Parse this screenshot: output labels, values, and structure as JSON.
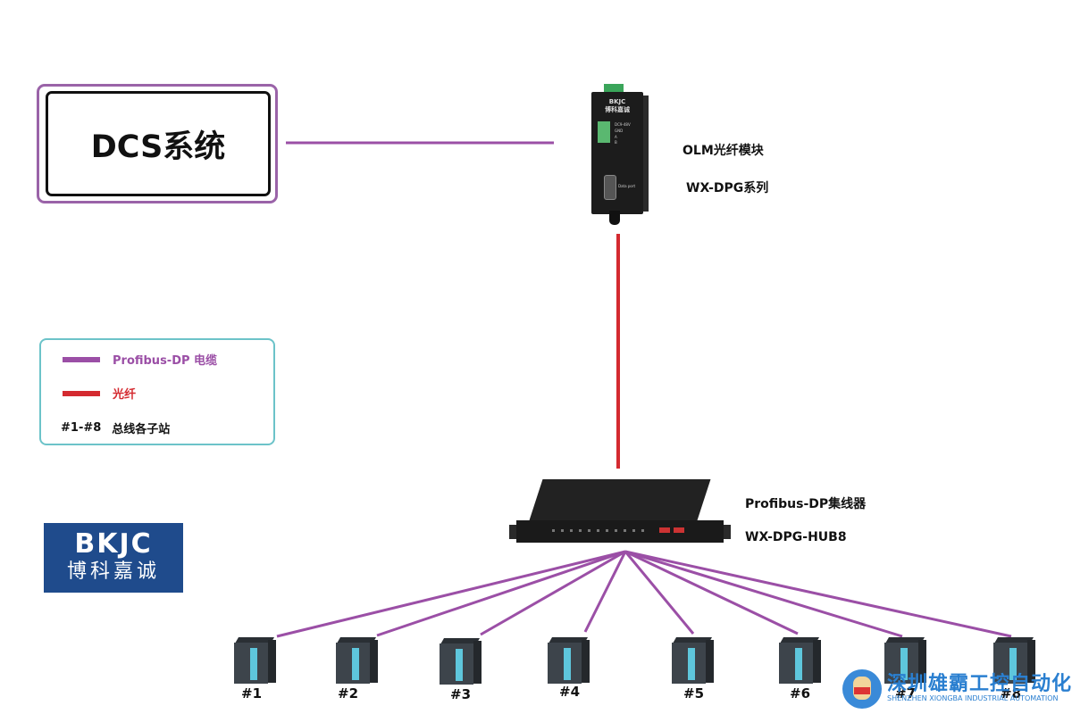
{
  "dcs": {
    "label": "DCS系统"
  },
  "olm": {
    "title": "OLM光纤模块",
    "model": "WX-DPG系列",
    "device_brand_en": "BKJC",
    "device_brand_cn": "博科嘉诚",
    "terminal_labels": [
      "DC9-48V",
      "GND",
      "A",
      "B"
    ],
    "port_label": "Data port"
  },
  "hub": {
    "title": "Profibus-DP集线器",
    "model": "WX-DPG-HUB8"
  },
  "legend": {
    "items": [
      {
        "label": "Profibus-DP 电缆",
        "color": "#9b4fa6",
        "kind": "line"
      },
      {
        "label": "光纤",
        "color": "#d42a30",
        "kind": "line"
      },
      {
        "key": "#1-#8",
        "label": "总线各子站",
        "kind": "text"
      }
    ]
  },
  "colors": {
    "profibus": "#9b4fa6",
    "fiber": "#d42a30",
    "dcs_border": "#9a63a8",
    "legend_border": "#6cc3c9",
    "logo_bg": "#1f4b8c"
  },
  "logo": {
    "en": "BKJC",
    "cn": "博科嘉诚"
  },
  "stations": [
    {
      "label": "#1"
    },
    {
      "label": "#2"
    },
    {
      "label": "#3"
    },
    {
      "label": "#4"
    },
    {
      "label": "#5"
    },
    {
      "label": "#6"
    },
    {
      "label": "#7"
    },
    {
      "label": "#8"
    }
  ],
  "watermark": {
    "cn": "深圳雄霸工控自动化",
    "en": "SHENZHEN XIONGBA INDUSTRIAL AUTOMATION"
  }
}
